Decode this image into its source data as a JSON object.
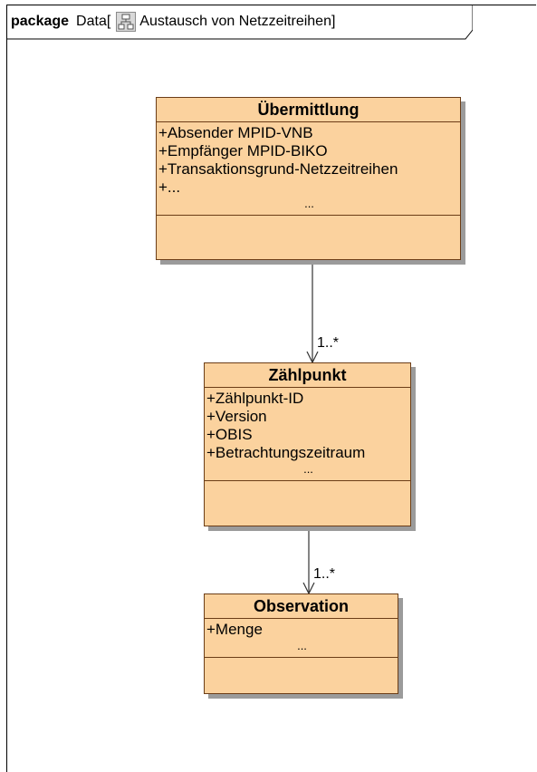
{
  "frame": {
    "keyword": "package",
    "name_prefix": "Data[",
    "icon": "class-diagram-icon",
    "name": "Austausch von Netzzeitreihen",
    "name_suffix": "]"
  },
  "classes": [
    {
      "name": "Übermittlung",
      "attributes": [
        "+Absender MPID-VNB",
        "+Empfänger MPID-BIKO",
        "+Transaktionsgrund-Netzzeitreihen",
        "+..."
      ],
      "more": "..."
    },
    {
      "name": "Zählpunkt",
      "attributes": [
        "+Zählpunkt-ID",
        "+Version",
        "+OBIS",
        "+Betrachtungszeitraum"
      ],
      "more": "..."
    },
    {
      "name": "Observation",
      "attributes": [
        "+Menge"
      ],
      "more": "..."
    }
  ],
  "associations": [
    {
      "from": "Übermittlung",
      "to": "Zählpunkt",
      "multiplicity": "1..*"
    },
    {
      "from": "Zählpunkt",
      "to": "Observation",
      "multiplicity": "1..*"
    }
  ],
  "colors": {
    "class_fill": "#fbd29e",
    "class_border": "#6b3d17",
    "shadow": "#9b9b9b"
  }
}
